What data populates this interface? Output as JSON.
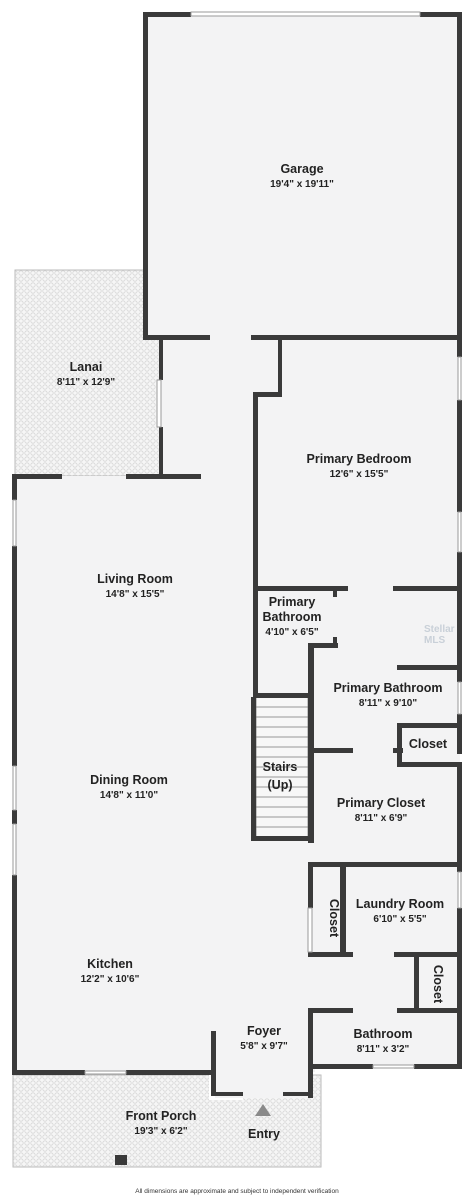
{
  "rooms": {
    "garage": {
      "name": "Garage",
      "dims": "19'4\" x 19'11\""
    },
    "lanai": {
      "name": "Lanai",
      "dims": "8'11\" x 12'9\""
    },
    "primary_bedroom": {
      "name": "Primary Bedroom",
      "dims": "12'6\" x 15'5\""
    },
    "living_room": {
      "name": "Living Room",
      "dims": "14'8\" x 15'5\""
    },
    "primary_bath_small": {
      "name_line1": "Primary",
      "name_line2": "Bathroom",
      "dims": "4'10\" x 6'5\""
    },
    "primary_bathroom": {
      "name": "Primary Bathroom",
      "dims": "8'11\" x 9'10\""
    },
    "closet_a": {
      "name": "Closet"
    },
    "stairs": {
      "name_line1": "Stairs",
      "name_line2": "(Up)"
    },
    "dining_room": {
      "name": "Dining Room",
      "dims": "14'8\" x 11'0\""
    },
    "primary_closet": {
      "name": "Primary Closet",
      "dims": "8'11\" x 6'9\""
    },
    "closet_b": {
      "name": "Closet"
    },
    "laundry_room": {
      "name": "Laundry Room",
      "dims": "6'10\" x 5'5\""
    },
    "kitchen": {
      "name": "Kitchen",
      "dims": "12'2\" x 10'6\""
    },
    "closet_c": {
      "name": "Closet"
    },
    "foyer": {
      "name": "Foyer",
      "dims": "5'8\" x 9'7\""
    },
    "bathroom": {
      "name": "Bathroom",
      "dims": "8'11\" x 3'2\""
    },
    "front_porch": {
      "name": "Front Porch",
      "dims": "19'3\" x 6'2\""
    },
    "entry": {
      "name": "Entry"
    }
  },
  "watermark": "Stellar MLS",
  "footnote": "All dimensions are approximate and subject to independent verification",
  "colors": {
    "wall": "#3a3a3a",
    "floor": "#f3f3f4",
    "background": "#ffffff",
    "tile": "#dcdcdc"
  }
}
